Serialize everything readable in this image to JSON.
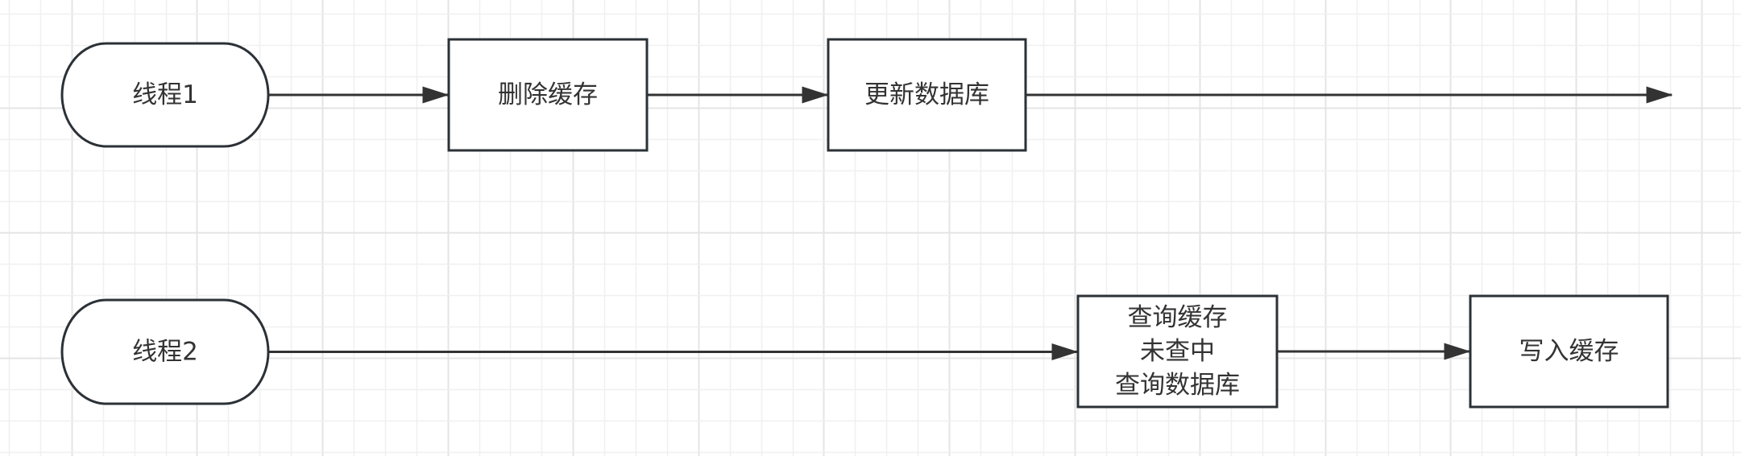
{
  "diagram": {
    "title": "",
    "colors": {
      "stroke": "#2b3136",
      "text": "#333333",
      "grid_minor": "#f0f0f0",
      "grid_major": "#e4e4e4",
      "fill": "#ffffff"
    },
    "lanes": [
      {
        "id": "thread1",
        "start": {
          "id": "t1",
          "shape": "terminal",
          "lines": [
            "线程1"
          ]
        },
        "steps": [
          {
            "id": "t1-delete-cache",
            "shape": "process",
            "lines": [
              "删除缓存"
            ]
          },
          {
            "id": "t1-update-db",
            "shape": "process",
            "lines": [
              "更新数据库"
            ]
          }
        ],
        "ends_with_open_arrow": true
      },
      {
        "id": "thread2",
        "start": {
          "id": "t2",
          "shape": "terminal",
          "lines": [
            "线程2"
          ]
        },
        "steps": [
          {
            "id": "t2-query",
            "shape": "process",
            "lines": [
              "查询缓存",
              "未查中",
              "查询数据库"
            ]
          },
          {
            "id": "t2-write-cache",
            "shape": "process",
            "lines": [
              "写入缓存"
            ]
          }
        ],
        "ends_with_open_arrow": false
      }
    ],
    "edges": [
      {
        "from": "t1",
        "to": "t1-delete-cache"
      },
      {
        "from": "t1-delete-cache",
        "to": "t1-update-db"
      },
      {
        "from": "t1-update-db",
        "to": "t1-end"
      },
      {
        "from": "t2",
        "to": "t2-query"
      },
      {
        "from": "t2-query",
        "to": "t2-write-cache"
      }
    ]
  }
}
